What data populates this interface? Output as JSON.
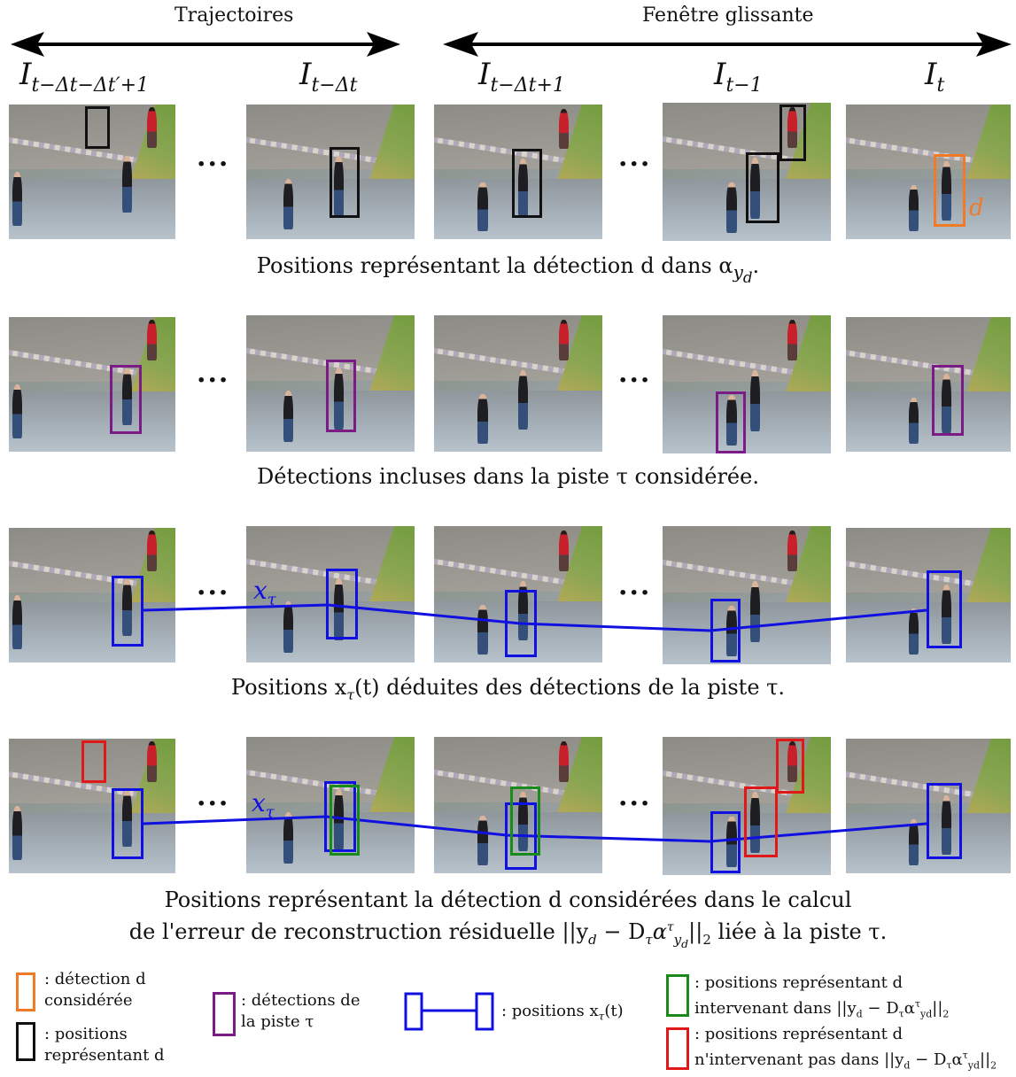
{
  "header": {
    "left_label": "Trajectoires",
    "right_label": "Fenêtre glissante"
  },
  "frame_labels": {
    "f1_base": "I",
    "f1_sub": "t−Δt−Δt′+1",
    "f2_base": "I",
    "f2_sub": "t−Δt",
    "f3_base": "I",
    "f3_sub": "t−Δt+1",
    "f4_base": "I",
    "f4_sub": "t−1",
    "f5_base": "I",
    "f5_sub": "t"
  },
  "ellipsis": "···",
  "detection_label": "d",
  "track_label": "x",
  "track_label_sub": "τ",
  "captions": {
    "row1": "Positions représentant la détection d dans α",
    "row1_sub": "y",
    "row1_subsub": "d",
    "row1_end": ".",
    "row2": "Détections incluses dans la piste τ considérée.",
    "row3": "Positions x",
    "row3_sub": "τ",
    "row3_end": "(t) déduites des détections de la piste τ.",
    "row4_line1": "Positions représentant la détection d considérées dans le calcul",
    "row4_line2": "de l'erreur de reconstruction résiduelle ||y",
    "row4_line2_sub": "d",
    "row4_line2_mid": " − D",
    "row4_line2_sub2": "τ",
    "row4_line2_alpha": "α",
    "row4_line2_sup": "τ",
    "row4_line2_sub3": "y",
    "row4_line2_sub3b": "d",
    "row4_line2_end": "||",
    "row4_line2_sub4": "2",
    "row4_line2_tail": " liée à la piste τ."
  },
  "legend": {
    "orange_line1": ": détection d",
    "orange_line2": "considérée",
    "black_line1": ": positions",
    "black_line2": "représentant d",
    "purple_line1": ": détections de",
    "purple_line2": "la piste τ",
    "blue_line1": ": positions x",
    "blue_sub": "τ",
    "blue_end": "(t)",
    "green_line1": ": positions représentant d",
    "green_line2": "intervenant dans ||y",
    "green_line2_sub": "d",
    "green_line2_mid": " − D",
    "green_line2_sub2": "τ",
    "green_line2_alpha": "α",
    "green_line2_sup": "τ",
    "green_line2_sub3": "y",
    "green_line2_sub3b": "d",
    "green_line2_end": "||",
    "green_line2_sub4": "2",
    "red_line1": ": positions représentant d",
    "red_line2": "n'intervenant pas dans ||y",
    "red_line2_sub": "d",
    "red_line2_mid": " − D",
    "red_line2_sub2": "τ",
    "red_line2_alpha": "α",
    "red_line2_sup": "τ",
    "red_line2_sub3": "y",
    "red_line2_sub3b": "d",
    "red_line2_end": "||",
    "red_line2_sub4": "2"
  },
  "colors": {
    "orange": "#f07a25",
    "black": "#111111",
    "purple": "#7b1c86",
    "blue": "#1010e0",
    "green": "#1a8a1a",
    "red": "#e01818"
  }
}
